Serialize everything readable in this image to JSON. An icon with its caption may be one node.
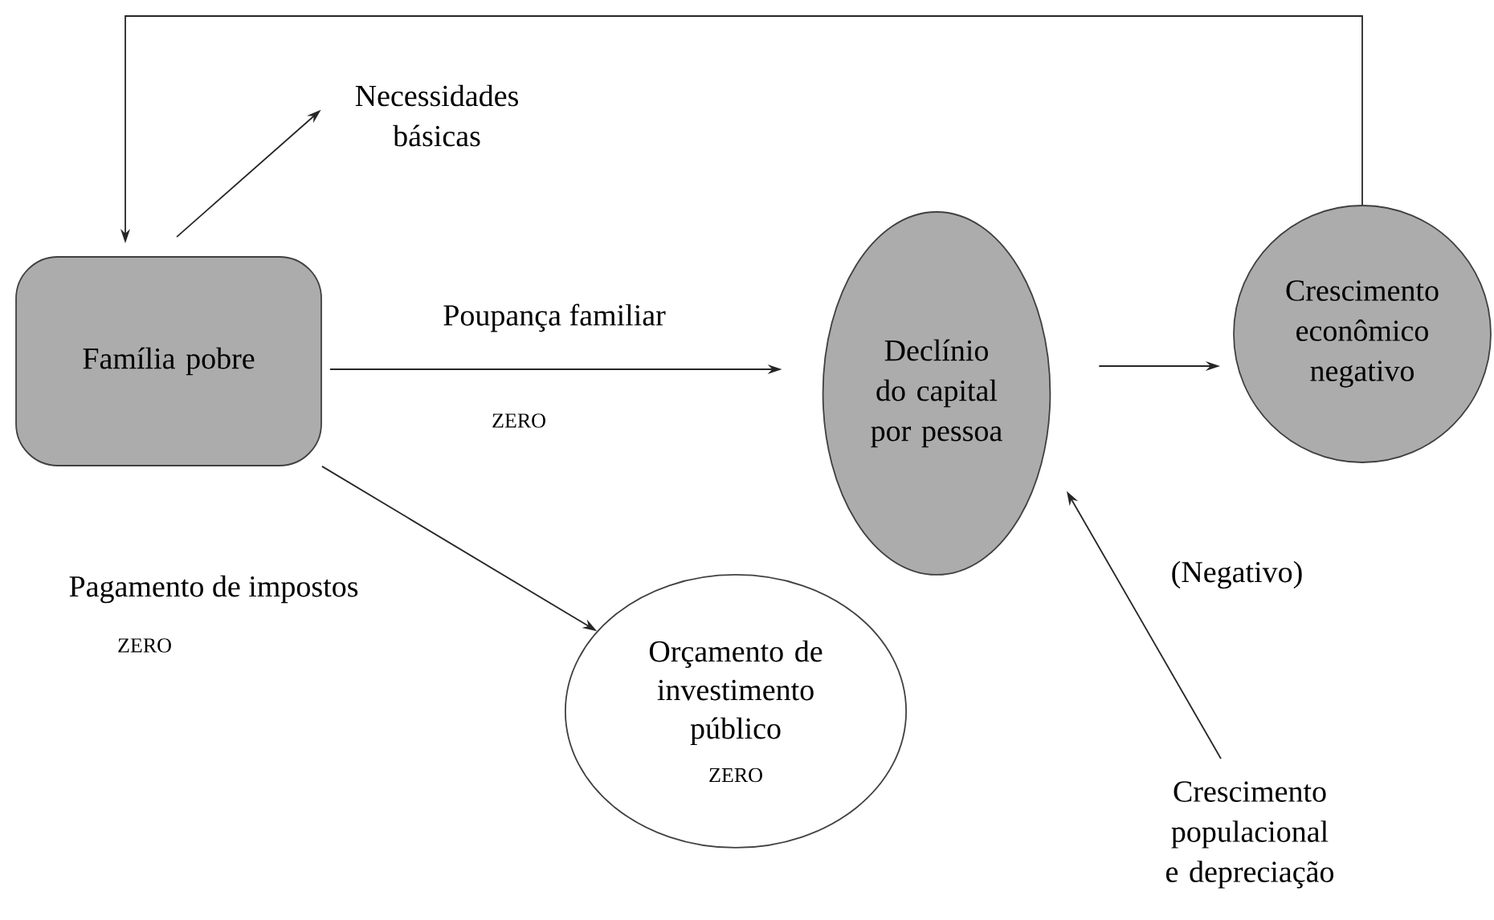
{
  "diagram": {
    "nodes": [
      {
        "text": [
          "Família pobre"
        ]
      },
      {
        "text": [
          "Necessidades básicas"
        ]
      },
      {
        "text": [
          "Declínio do capital por pessoa"
        ]
      },
      {
        "text": [
          "Crescimento econômico negativo"
        ]
      },
      {
        "text": [
          "Orçamento de investimento público",
          "ZERO"
        ]
      },
      {
        "text": [
          "Crescimento populacional e depreciação"
        ]
      }
    ],
    "edges": [
      {
        "from": 3,
        "to": 0,
        "arrow": "to"
      },
      {
        "from": 0,
        "to": 1,
        "arrow": "to"
      },
      {
        "from": 0,
        "to": 2,
        "arrow": "to",
        "label": "Poupança familiar"
      },
      {
        "from": 2,
        "to": 3,
        "arrow": "to"
      },
      {
        "from": 0,
        "to": 4,
        "arrow": "to"
      },
      {
        "from": 5,
        "to": 2,
        "arrow": "to",
        "label": "(Negativo)"
      }
    ],
    "labels": [
      "ZERO",
      "Pagamento de impostos",
      "ZERO"
    ]
  }
}
